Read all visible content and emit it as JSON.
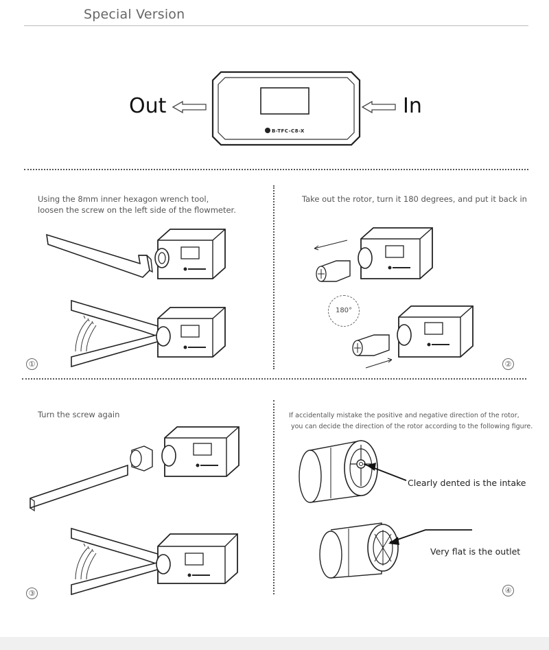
{
  "header": {
    "title": "Special Version"
  },
  "top_figure": {
    "out_label": "Out",
    "in_label": "In",
    "device_brand": "B-TFC-C8-X"
  },
  "steps": [
    {
      "number": "①",
      "caption_line1": "Using the 8mm inner hexagon wrench tool,",
      "caption_line2": "loosen the screw on the left side of the flowmeter."
    },
    {
      "number": "②",
      "caption_line1": "Take out the rotor, turn it 180 degrees, and put it back in",
      "rotation_label": "180°"
    },
    {
      "number": "③",
      "caption_line1": "Turn the screw again"
    },
    {
      "number": "④",
      "caption_line1": "If accidentally mistake the positive and negative direction of the rotor,",
      "caption_line2": "you can decide the direction of the rotor according to the following figure.",
      "callout_intake": "Clearly dented is the intake",
      "callout_outlet": "Very flat is the outlet"
    }
  ],
  "colors": {
    "line": "#222222",
    "text": "#555555",
    "divider": "#555555"
  }
}
